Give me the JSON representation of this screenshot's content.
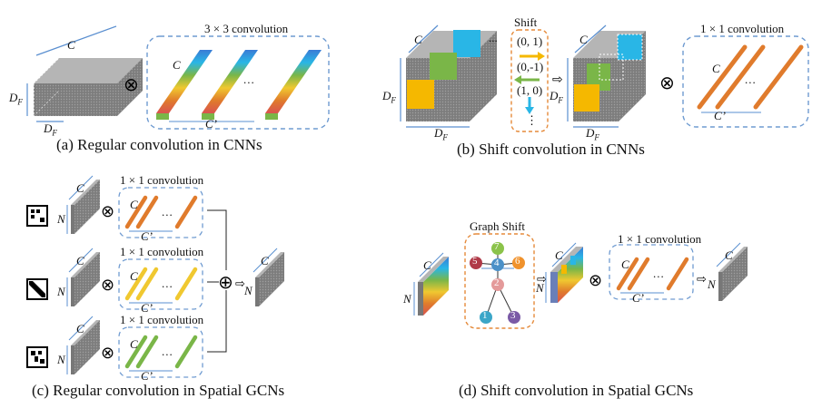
{
  "captions": {
    "a": "(a) Regular convolution in CNNs",
    "b": "(b) Shift convolution in CNNs",
    "c": "(c) Regular convolution in Spatial GCNs",
    "d": "(d) Shift convolution in Spatial GCNs"
  },
  "labels": {
    "conv3x3": "3 × 3 convolution",
    "conv1x1": "1 × 1 convolution",
    "shift": "Shift",
    "graph_shift": "Graph Shift",
    "C": "C",
    "C_prime": "C’",
    "D_F": "D",
    "D_F_sub": "F",
    "N": "N",
    "dots": "...",
    "vdots": "⋮",
    "otimes": "⊗",
    "oplus": "⊕",
    "arrow": "⇨"
  },
  "shift_offsets": [
    "(0, 1)",
    "(0,-1)",
    "(1, 0)"
  ],
  "graph_nodes": [
    "1",
    "2",
    "3",
    "4",
    "5",
    "6",
    "7"
  ],
  "colors": {
    "dashed_border": "#6f9bd1",
    "cube_gray": "#8c8c8c",
    "orange": "#e07b2c",
    "yellow": "#f0c830",
    "green": "#7ab648",
    "blue": "#29b6e6",
    "shift_box": "#e58a3a"
  }
}
